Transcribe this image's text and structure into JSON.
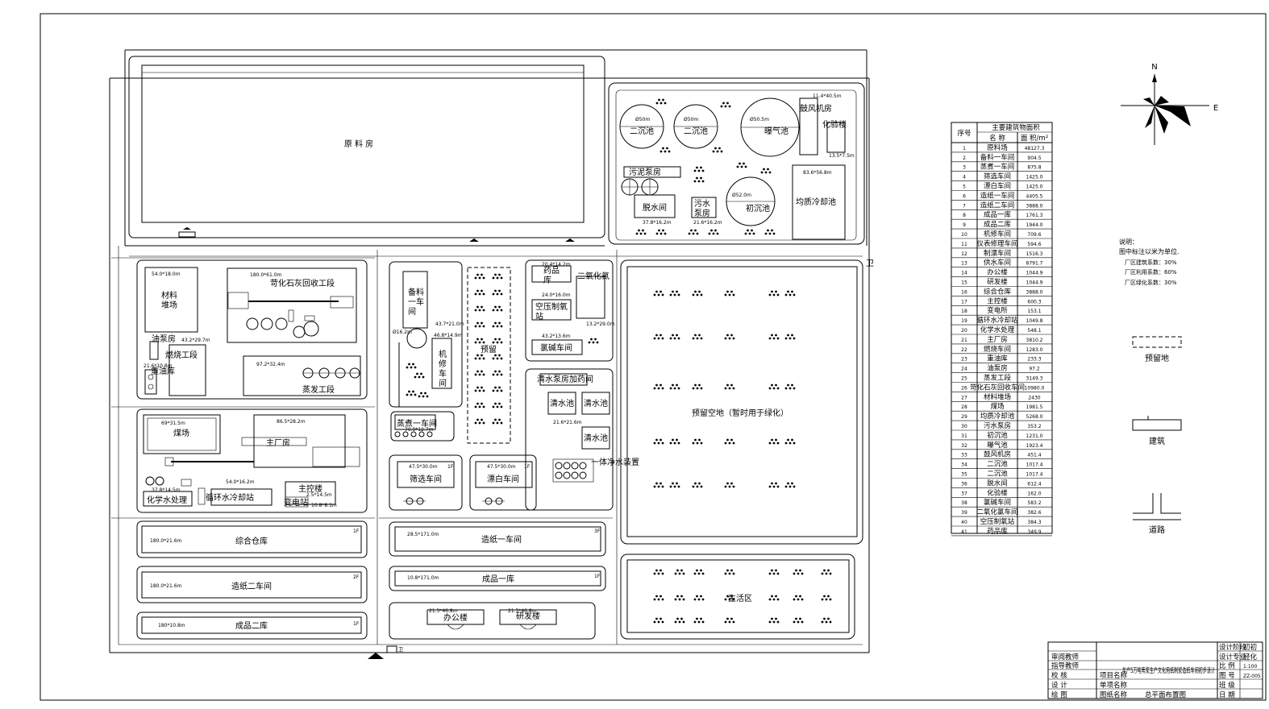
{
  "site": {
    "raw_material_house": "原 料 房",
    "buildings": {
      "materials_yard": "材料\n堆场",
      "oil_pump": "油泵房",
      "heavy_oil": "重油库",
      "combustion": "燃烧工段",
      "lime_recovery": "苛化石灰回收工段",
      "evaporation": "蒸发工段",
      "prep_workshop": "备料\n一车\n间",
      "machine_repair": "机\n修\n车\n间",
      "reserved_strip": "预留",
      "chem_store": "药品\n库",
      "air_compress": "空压制氧\n站",
      "chlorine_dioxide": "二氧化氯",
      "chlor_alkali": "氯碱车间",
      "clear_pump_dosing": "清水泵房加药间",
      "clear_pool_a": "清水池",
      "clear_pool_b": "清水池",
      "clear_pool_c": "清水池",
      "integrated_purifier": "一体净水装置",
      "coal_yard": "煤场",
      "main_plant": "主厂房",
      "water_treatment": "化学水处理",
      "cooling_tower": "循环水冷却站",
      "main_control": "主控楼",
      "substation": "变电站",
      "cooking": "蒸煮一车间",
      "screening": "筛选车间",
      "bleaching": "漂白车间",
      "warehouse": "综合仓库",
      "paper_two": "造纸二车间",
      "product_two": "成品二库",
      "paper_one": "造纸一车间",
      "product_one": "成品一库",
      "office": "办公楼",
      "rnd": "研发楼",
      "reserved_open": "预留空地（暂时用于绿化）",
      "living": "生活区",
      "sec_clarifier_a": "二沉池",
      "sec_clarifier_b": "二沉池",
      "aeration": "曝气池",
      "blower": "鼓风机房",
      "lab": "化验楼",
      "sludge_pump": "污泥泵房",
      "dewater": "脱水间",
      "sewage_pump": "污水\n泵房",
      "primary_clarifier": "初沉池",
      "cooling_pool": "均质冷却池",
      "guard": "卫"
    },
    "dims": {
      "materials_yard": "54.0*18.0m",
      "lime_recovery": "180.0*61.0m",
      "combustion": "43.2*29.7m",
      "heavy_oil": "21.6*10.8m",
      "evaporation": "97.2*32.4m",
      "prep_workshop": "43.7*21.0m",
      "machine_repair": "46.8*14.9m",
      "cooking_tank": "Ø16.2m",
      "cooking": "70.9*12.7m",
      "chem_store": "20.4*14.2m",
      "air_compress": "24.0*16.0m",
      "chlor_alkali": "43.2*13.6m",
      "chlorine_dioxide": "13.2*29.0m",
      "clear_pool": "21.6*21.6m",
      "coal_yard": "69*31.5m",
      "main_plant": "86.5*28.2m",
      "water_treatment": "37.8*14.5m",
      "cooling_tower": "54.0*16.2m",
      "main_control": "2.5*14.5m",
      "substation": "10.8*8.1m",
      "screening": "47.5*30.0m",
      "bleaching": "47.5*30.0m",
      "warehouse": "180.0*21.6m",
      "paper_two": "180.0*21.6m",
      "product_two": "180*10.8m",
      "paper_one": "28.5*171.0m",
      "product_one": "10.8*171.0m",
      "office": "21.5*46.8m",
      "rnd": "21.5*46.8m",
      "sec_clarifier": "Ø50m",
      "aeration": "Ø50.5m",
      "blower": "11.4*40.5m",
      "lab": "13.5*7.5m",
      "dewater": "37.8*16.2m",
      "sewage_pump": "21.6*16.2m",
      "primary_clarifier": "Ø52.0m",
      "cooling_pool": "83.6*56.8m",
      "floors_1": "1F",
      "floors_2": "2F",
      "floors_3": "3F"
    }
  },
  "table": {
    "header_no": "序号",
    "header_title": "主要建筑物面积",
    "header_name": "名 称",
    "header_area": "面 积/m²",
    "rows": [
      {
        "no": "1",
        "name": "原料场",
        "area": "48127.3"
      },
      {
        "no": "2",
        "name": "备料一车间",
        "area": "904.5"
      },
      {
        "no": "3",
        "name": "蒸煮一车间",
        "area": "875.8"
      },
      {
        "no": "4",
        "name": "筛选车间",
        "area": "1425.0"
      },
      {
        "no": "5",
        "name": "漂白车间",
        "area": "1425.0"
      },
      {
        "no": "6",
        "name": "造纸一车间",
        "area": "4405.5"
      },
      {
        "no": "7",
        "name": "造纸二车间",
        "area": "3888.0"
      },
      {
        "no": "8",
        "name": "成品一库",
        "area": "1761.3"
      },
      {
        "no": "9",
        "name": "成品二库",
        "area": "1944.0"
      },
      {
        "no": "10",
        "name": "机修车间",
        "area": "709.6"
      },
      {
        "no": "11",
        "name": "仪表修理车间",
        "area": "594.6"
      },
      {
        "no": "12",
        "name": "制漂车间",
        "area": "1516.3"
      },
      {
        "no": "13",
        "name": "供水车间",
        "area": "8791.7"
      },
      {
        "no": "14",
        "name": "办公楼",
        "area": "1044.9"
      },
      {
        "no": "15",
        "name": "研发楼",
        "area": "1044.9"
      },
      {
        "no": "16",
        "name": "综合仓库",
        "area": "3888.0"
      },
      {
        "no": "17",
        "name": "主控楼",
        "area": "600.3"
      },
      {
        "no": "18",
        "name": "变电所",
        "area": "153.1"
      },
      {
        "no": "19",
        "name": "循环水冷却站",
        "area": "1049.8"
      },
      {
        "no": "20",
        "name": "化学水处理",
        "area": "548.1"
      },
      {
        "no": "21",
        "name": "主厂房",
        "area": "3810.2"
      },
      {
        "no": "22",
        "name": "燃烧车间",
        "area": "1283.0"
      },
      {
        "no": "23",
        "name": "重油库",
        "area": "233.3"
      },
      {
        "no": "24",
        "name": "油泵房",
        "area": "97.2"
      },
      {
        "no": "25",
        "name": "蒸发工段",
        "area": "3149.3"
      },
      {
        "no": "26",
        "name": "苛化石灰回收车间",
        "area": "10980.0"
      },
      {
        "no": "27",
        "name": "材料堆场",
        "area": "2430"
      },
      {
        "no": "28",
        "name": "煤场",
        "area": "1981.5"
      },
      {
        "no": "29",
        "name": "均质冷却池",
        "area": "5268.0"
      },
      {
        "no": "30",
        "name": "污水泵房",
        "area": "353.2"
      },
      {
        "no": "31",
        "name": "初沉池",
        "area": "1231.0"
      },
      {
        "no": "32",
        "name": "曝气池",
        "area": "1923.4"
      },
      {
        "no": "33",
        "name": "鼓风机房",
        "area": "451.4"
      },
      {
        "no": "34",
        "name": "二沉池",
        "area": "1017.4"
      },
      {
        "no": "35",
        "name": "二沉池",
        "area": "1017.4"
      },
      {
        "no": "36",
        "name": "脱水间",
        "area": "612.4"
      },
      {
        "no": "37",
        "name": "化验楼",
        "area": "162.0"
      },
      {
        "no": "38",
        "name": "氯碱车间",
        "area": "583.2"
      },
      {
        "no": "39",
        "name": "二氧化氯车间",
        "area": "382.6"
      },
      {
        "no": "40",
        "name": "空压制氧站",
        "area": "384.3"
      },
      {
        "no": "41",
        "name": "药品库",
        "area": "349.9"
      }
    ]
  },
  "compass": {
    "north": "N",
    "east": "E"
  },
  "notes": {
    "title": "说明：",
    "lines": [
      "图中标注以米为单位.",
      "厂区建筑系数：30%",
      "厂区利用系数：60%",
      "厂区绿化系数：30%"
    ]
  },
  "legend": {
    "reserved": "预留地",
    "building": "建筑",
    "road": "道路"
  },
  "title_block": {
    "reviewer": "审阅教师",
    "advisor": "指导教师",
    "checker": "校    核",
    "designer": "设    计",
    "drafter": "绘    图",
    "project_name": "项目名称",
    "item_name": "单项名称",
    "drawing_name": "图纸名称",
    "project_value": "年产5万吨苇浆生产文化用纸制浆造纸车间初步设计",
    "drawing_value": "总平面布置图",
    "design_stage_label": "设计阶段",
    "design_stage": "初初",
    "design_major_label": "设计专业",
    "design_major": "轻化",
    "scale_label": "比    例",
    "scale": "1:100",
    "drawing_no_label": "图    号",
    "drawing_no": "ZZ-005",
    "class_label": "班    级",
    "date_label": "日    期"
  }
}
